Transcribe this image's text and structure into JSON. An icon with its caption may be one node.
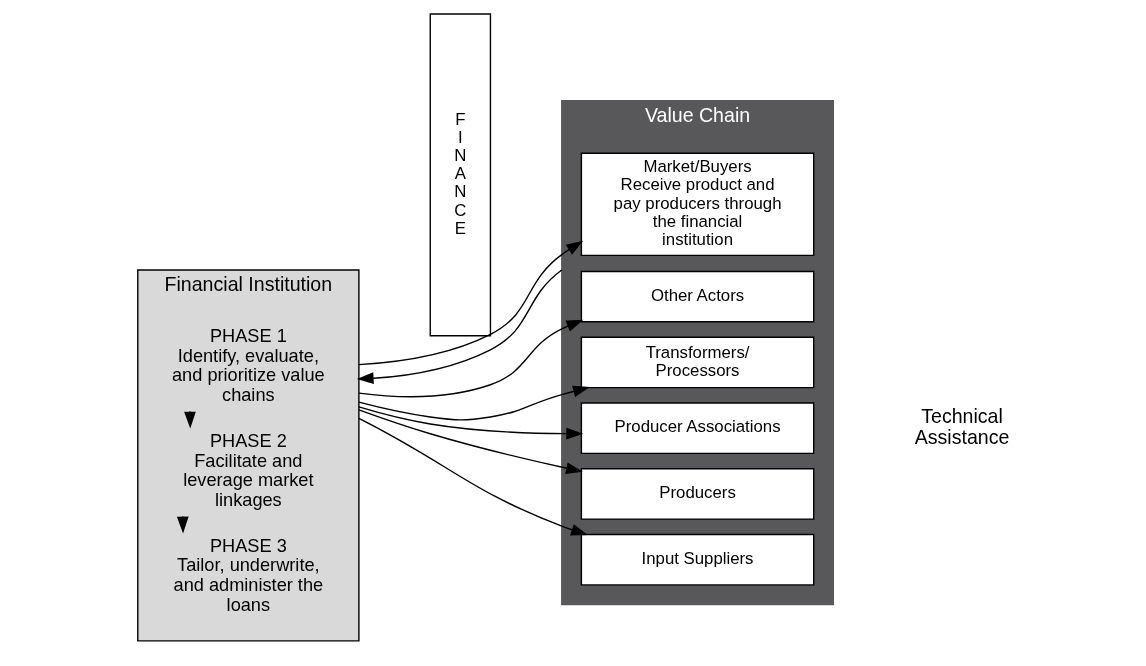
{
  "diagram": {
    "nodes": [
      {
        "text": [
          "Financial Institution"
        ]
      },
      {
        "text": [
          "PHASE 1",
          "Identify, evaluate, and prioritize value chains"
        ],
        "in": 0
      },
      {
        "text": [
          "PHASE 2",
          "Facilitate and leverage market linkages"
        ],
        "in": 0
      },
      {
        "text": [
          "PHASE 3",
          "Tailor, underwrite, and administer the loans"
        ],
        "in": 0
      },
      {
        "text": [
          "F I N A N C E"
        ]
      },
      {
        "text": [
          "Value Chain"
        ]
      },
      {
        "text": [
          "Market/Buyers",
          "Receive product and pay producers through the financial institution"
        ],
        "in": 5
      },
      {
        "text": [
          "Other Actors"
        ],
        "in": 5
      },
      {
        "text": [
          "Transformers/ Processors"
        ],
        "in": 5
      },
      {
        "text": [
          "Producer Associations"
        ],
        "in": 5
      },
      {
        "text": [
          "Producers"
        ],
        "in": 5
      },
      {
        "text": [
          "Input Suppliers"
        ],
        "in": 5
      }
    ],
    "edges": [
      {
        "from": 5,
        "to": 0,
        "arrow": "to"
      },
      {
        "from": 1,
        "to": 2,
        "arrow": "to"
      },
      {
        "from": 2,
        "to": 3,
        "arrow": "to"
      },
      {
        "from": 0,
        "to": 6,
        "arrow": "to"
      },
      {
        "from": 0,
        "to": 7,
        "arrow": "to"
      },
      {
        "from": 0,
        "to": 8,
        "arrow": "to"
      },
      {
        "from": 0,
        "to": 9,
        "arrow": "to"
      },
      {
        "from": 0,
        "to": 10,
        "arrow": "to"
      },
      {
        "from": 0,
        "to": 11,
        "arrow": "to"
      }
    ],
    "labels": [
      "Technical Assistance"
    ]
  }
}
